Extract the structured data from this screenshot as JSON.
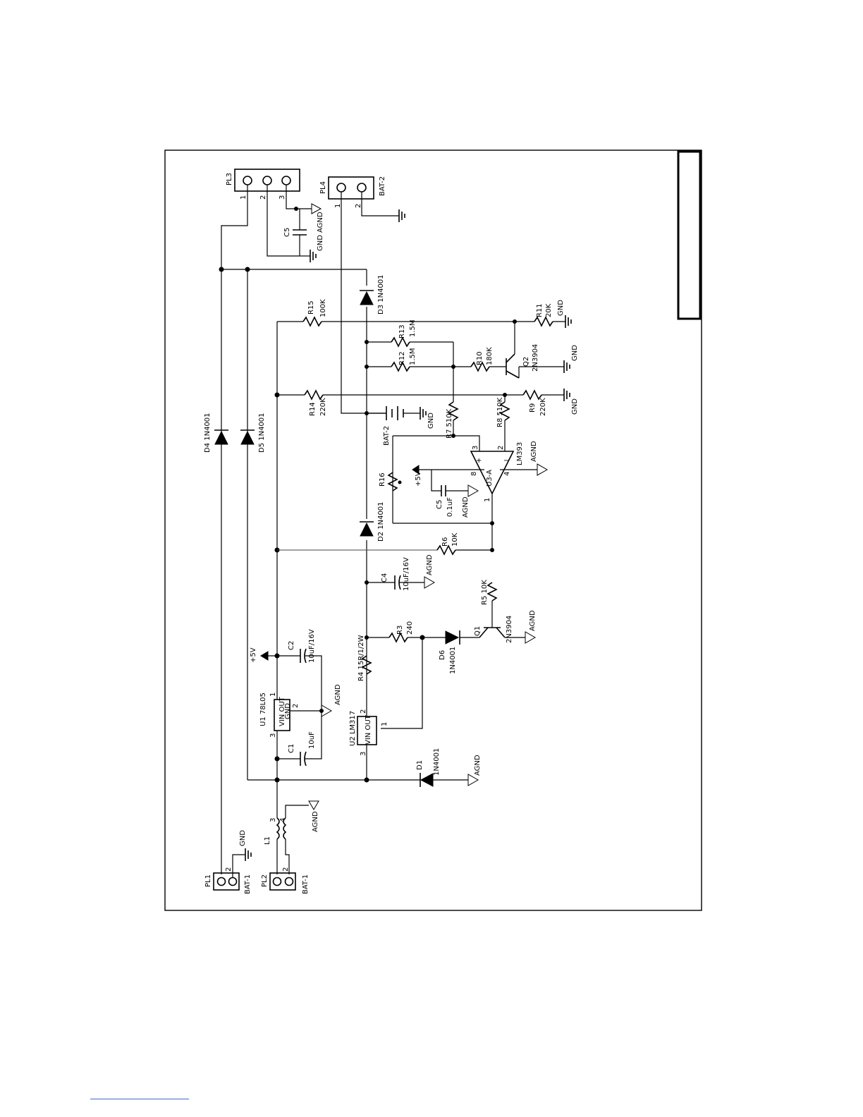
{
  "labels": {
    "pl1": "PL1",
    "pl2": "PL2",
    "pl3": "PL3",
    "pl4": "PL4",
    "bat1_a": "BAT-1",
    "bat1_b": "BAT-1",
    "bat2_top": "BAT-2",
    "bat2_mid": "BAT-2",
    "gnd": "GND",
    "agnd": "AGND",
    "plus5v": "+5V",
    "l1": "L1",
    "u1": "U1 78L05",
    "u1_pins": "VIN OUT",
    "u1_gnd": "GND",
    "u2": "U2 LM317",
    "u2_pins": "VIN OUT",
    "c1": "C1",
    "c1_val": "10uF",
    "c2": "C2",
    "c2_val": "10uF/16V",
    "c4": "C4",
    "c4_val": "10uF/16V",
    "c5": "C5",
    "c5_val": "0.1uF",
    "c5b": "C5",
    "d1": "D1",
    "d1_val": "1N4001",
    "d2": "D2 1N4001",
    "d3": "D3 1N4001",
    "d4": "D4 1N4001",
    "d5": "D5 1N4001",
    "d6": "D6",
    "d6_val": "1N4001",
    "r3": "R3",
    "r3_val": "240",
    "r4": "R4 15R/1/2W",
    "r5": "R5 10K",
    "r6": "R6",
    "r6_val": "10K",
    "r7": "R7 510K",
    "r8": "R8 510K",
    "r9": "R9",
    "r9_val": "220K",
    "r10": "R10",
    "r10_val": "180K",
    "r11": "R11",
    "r11_val": "20K",
    "r12": "R12",
    "r12_val": "1.5M",
    "r13": "R13",
    "r13_val": "1.5M",
    "r14": "R14",
    "r14_val": "220K",
    "r15": "R15",
    "r15_val": "100K",
    "r16": "R16",
    "q1": "Q1",
    "q1_val": "2N3904",
    "q2": "Q2",
    "q2_val": "2N3904",
    "u3": "U3-A",
    "u3_val": "LM393",
    "pin1": "1",
    "pin2": "2",
    "pin3": "3",
    "pin4": "4",
    "pin8": "8"
  }
}
